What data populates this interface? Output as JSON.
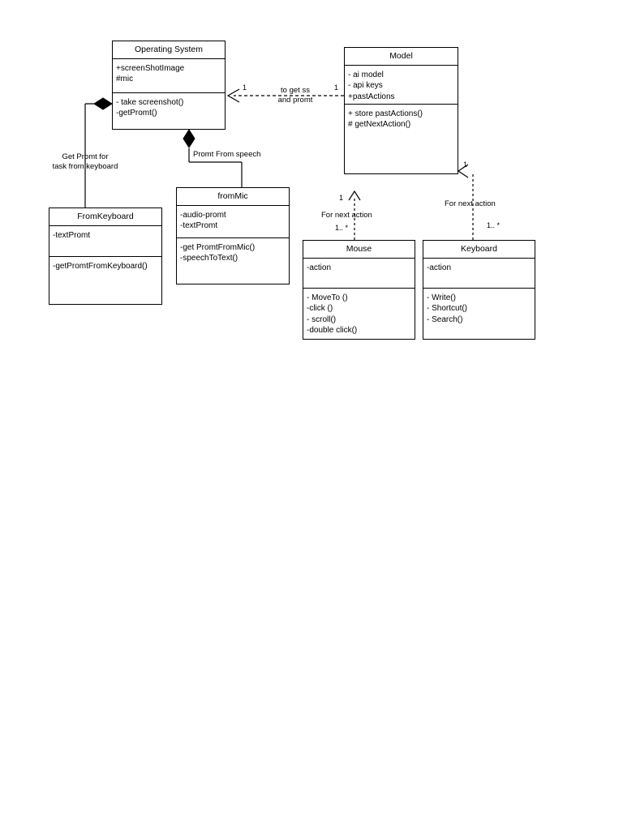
{
  "diagram": {
    "type": "uml-class-diagram",
    "background_color": "#ffffff",
    "line_color": "#000000",
    "classes": [
      {
        "id": "operating-system",
        "name": "Operating System",
        "attributes": [
          "+screenShotImage",
          "#mic"
        ],
        "operations": [
          "- take screenshot()",
          "-getPromt()"
        ]
      },
      {
        "id": "model",
        "name": "Model",
        "attributes": [
          "- ai model",
          "- api keys",
          "+pastActions"
        ],
        "operations": [
          "+ store pastActions()",
          "# getNextAction()"
        ]
      },
      {
        "id": "fromkeyboard",
        "name": "FromKeyboard",
        "attributes": [
          "-textPromt"
        ],
        "operations": [
          "-getPromtFromKeyboard()"
        ]
      },
      {
        "id": "frommic",
        "name": "fromMic",
        "attributes": [
          "-audio-promt",
          "-textPromt"
        ],
        "operations": [
          "-get PromtFromMic()",
          "-speechToText()"
        ]
      },
      {
        "id": "mouse",
        "name": "Mouse",
        "attributes": [
          "-action"
        ],
        "operations": [
          "- MoveTo ()",
          "-click ()",
          "- scroll()",
          "-double click()"
        ]
      },
      {
        "id": "keyboard",
        "name": "Keyboard",
        "attributes": [
          "-action"
        ],
        "operations": [
          "- Write()",
          "- Shortcut()",
          "- Search()"
        ]
      }
    ],
    "relationships": [
      {
        "id": "os-model-dependency",
        "kind": "dependency",
        "label_line1": "to get ss",
        "label_line2": "and promt",
        "source_multiplicity": "1",
        "target_multiplicity": "1"
      },
      {
        "id": "os-fromkeyboard-composition",
        "kind": "composition",
        "label_line1": "Get Promt for",
        "label_line2": "task from keyboard"
      },
      {
        "id": "os-frommic-composition",
        "kind": "composition",
        "label_line1": "Promt From speech"
      },
      {
        "id": "model-mouse-dependency",
        "kind": "dependency",
        "label_line1": "For next action",
        "source_multiplicity": "1",
        "target_multiplicity": "1.. *"
      },
      {
        "id": "model-keyboard-dependency",
        "kind": "dependency",
        "label_line1": "For next action",
        "source_multiplicity": "1",
        "target_multiplicity": "1.. *"
      }
    ]
  }
}
